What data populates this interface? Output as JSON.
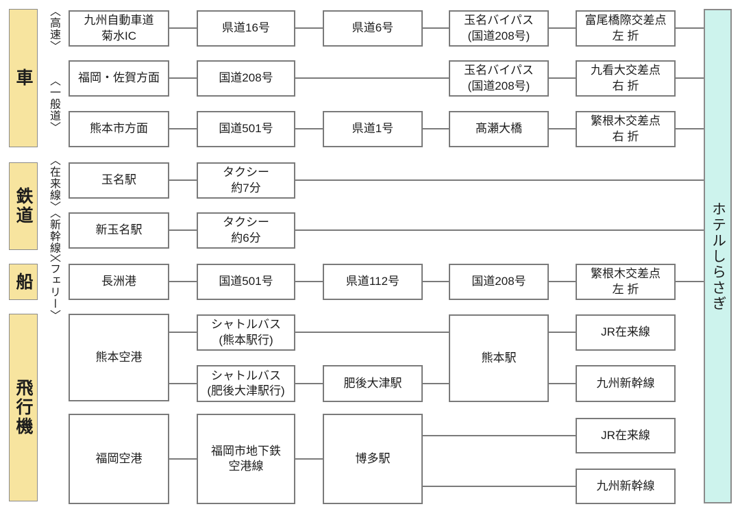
{
  "hotel": {
    "label": "ホテルしらさぎ",
    "bg_color": "#cdf3ed"
  },
  "colors": {
    "category_bg": "#f7e49f",
    "hotel_bg": "#cdf3ed",
    "box_border": "#7a7a7a",
    "connector": "#7a7a7a",
    "text": "#1c1c1c"
  },
  "categories": [
    {
      "label": "車"
    },
    {
      "label": "鉄道"
    },
    {
      "label": "船"
    },
    {
      "label": "飛行機"
    }
  ],
  "route_type_labels": [
    {
      "label": "〈高速〉"
    },
    {
      "label": "〈一般道〉"
    },
    {
      "label": "〈在来線〉"
    },
    {
      "label": "〈新幹線〉"
    },
    {
      "label": "〈フェリー〉"
    }
  ],
  "nodes": [
    {
      "label": "九州自動車道\n菊水IC"
    },
    {
      "label": "県道16号"
    },
    {
      "label": "県道6号"
    },
    {
      "label": "玉名バイパス\n(国道208号)"
    },
    {
      "label": "富尾橋際交差点\n左 折"
    },
    {
      "label": "福岡・佐賀方面"
    },
    {
      "label": "国道208号"
    },
    {
      "label": "玉名バイパス\n(国道208号)"
    },
    {
      "label": "九看大交差点\n右 折"
    },
    {
      "label": "熊本市方面"
    },
    {
      "label": "国道501号"
    },
    {
      "label": "県道1号"
    },
    {
      "label": "髙瀬大橋"
    },
    {
      "label": "繁根木交差点\n右 折"
    },
    {
      "label": "玉名駅"
    },
    {
      "label": "タクシー\n約7分"
    },
    {
      "label": "新玉名駅"
    },
    {
      "label": "タクシー\n約6分"
    },
    {
      "label": "長洲港"
    },
    {
      "label": "国道501号"
    },
    {
      "label": "県道112号"
    },
    {
      "label": "国道208号"
    },
    {
      "label": "繁根木交差点\n左 折"
    },
    {
      "label": "熊本空港"
    },
    {
      "label": "シャトルバス\n(熊本駅行)"
    },
    {
      "label": "シャトルバス\n(肥後大津駅行)"
    },
    {
      "label": "肥後大津駅"
    },
    {
      "label": "熊本駅"
    },
    {
      "label": "JR在来線"
    },
    {
      "label": "九州新幹線"
    },
    {
      "label": "福岡空港"
    },
    {
      "label": "福岡市地下鉄\n空港線"
    },
    {
      "label": "博多駅"
    },
    {
      "label": "JR在来線"
    },
    {
      "label": "九州新幹線"
    }
  ]
}
